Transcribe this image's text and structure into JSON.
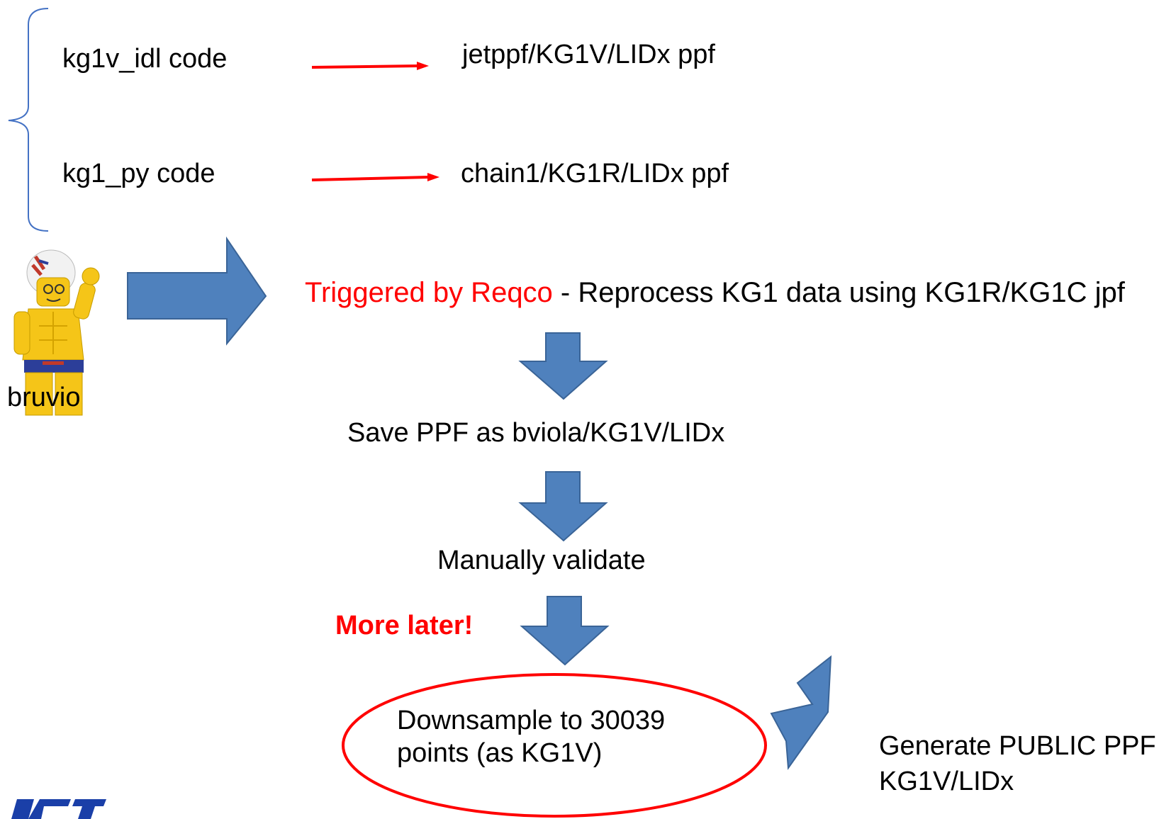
{
  "code_items": {
    "idl_code": "kg1v_idl code",
    "idl_output": "jetppf/KG1V/LIDx ppf",
    "py_code": "kg1_py code",
    "py_output": "chain1/KG1R/LIDx ppf"
  },
  "mascot": {
    "label": "bruvio",
    "image": "lego-swimmer-figure"
  },
  "flow": {
    "trigger_red": "Triggered by Reqco",
    "trigger_rest": " - Reprocess KG1 data using KG1R/KG1C jpf",
    "save": "Save PPF as bviola/KG1V/LIDx",
    "validate": "Manually validate",
    "more_later": "More later!",
    "downsample_line1": "Downsample to 30039",
    "downsample_line2": "points (as KG1V)",
    "public_line1": "Generate PUBLIC PPF",
    "public_line2": "KG1V/LIDx"
  },
  "colors": {
    "arrow_fill": "#4f81bd",
    "arrow_stroke": "#3a6497",
    "red": "#ff0000",
    "brace": "#4472c4"
  }
}
